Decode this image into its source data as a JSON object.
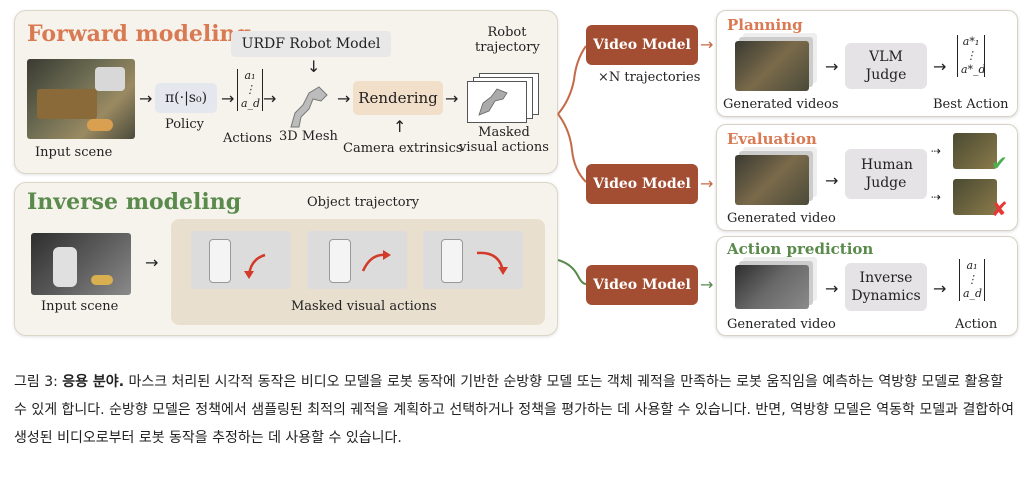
{
  "forward": {
    "title": "Forward modeling",
    "input_scene": "Input scene",
    "policy_formula": "π(·|s₀)",
    "policy_label": "Policy",
    "actions_label": "Actions",
    "vector": [
      "a₁",
      "⋮",
      "a_d"
    ],
    "urdf_label": "URDF Robot Model",
    "mesh_label": "3D Mesh",
    "rendering_label": "Rendering",
    "camera_label": "Camera extrinsics",
    "robot_traj_label": "Robot trajectory",
    "masked_label": "Masked visual actions"
  },
  "inverse": {
    "title": "Inverse modeling",
    "object_traj_label": "Object trajectory",
    "input_scene": "Input scene",
    "masked_label": "Masked visual actions"
  },
  "video_model_label": "Video Model",
  "n_traj_label": "×N trajectories",
  "planning": {
    "title": "Planning",
    "judge_label": "VLM Judge",
    "generated_label": "Generated videos",
    "best_label": "Best Action",
    "vector": [
      "a*₁",
      "⋮",
      "a*_d"
    ]
  },
  "evaluation": {
    "title": "Evaluation",
    "judge_label": "Human Judge",
    "generated_label": "Generated video"
  },
  "action_prediction": {
    "title": "Action prediction",
    "judge_label": "Inverse Dynamics",
    "generated_label": "Generated video",
    "action_label": "Action",
    "vector": [
      "a₁",
      "⋮",
      "a_d"
    ]
  },
  "caption": {
    "prefix": "그림 3: ",
    "bold": "응용 분야.",
    "text": " 마스크 처리된 시각적 동작은 비디오 모델을 로봇 동작에 기반한 순방향 모델 또는 객체 궤적을 만족하는 로봇 움직임을 예측하는 역방향 모델로 활용할 수 있게 합니다. 순방향 모델은 정책에서 샘플링된 최적의 궤적을 계획하고 선택하거나 정책을 평가하는 데 사용할 수 있습니다. 반면, 역방향 모델은 역동학 모델과 결합하여 생성된 비디오로부터 로봇 동작을 추정하는 데 사용할 수 있습니다."
  },
  "colors": {
    "forward_accent": "#d97a52",
    "inverse_accent": "#5a8a4c",
    "video_model": "#a34d33",
    "success": "#4caf50",
    "failure": "#e53935"
  }
}
